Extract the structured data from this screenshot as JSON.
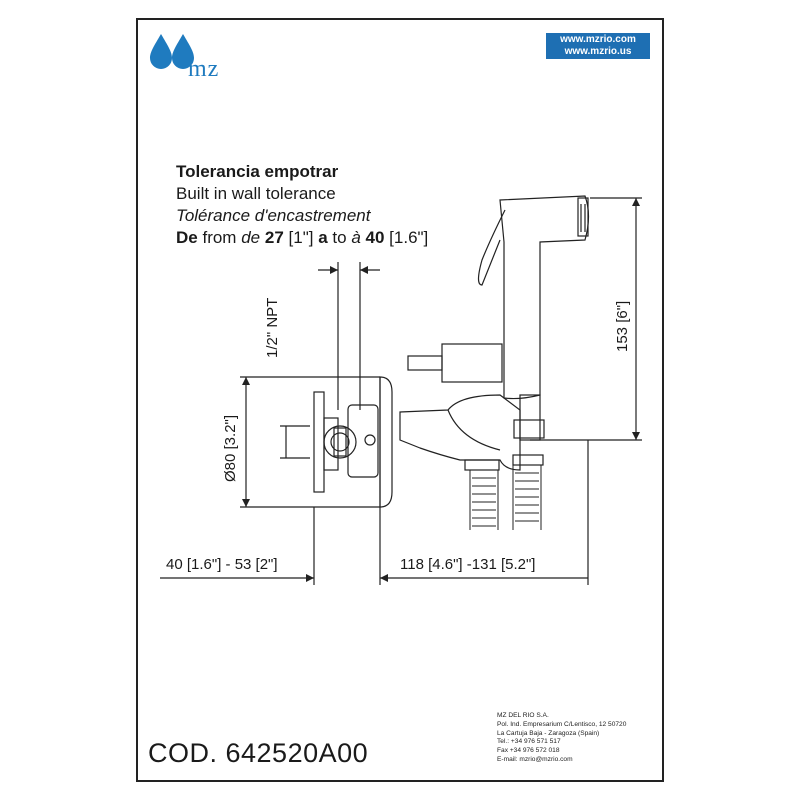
{
  "logo": {
    "text": "mz",
    "drop_color": "#1f7bbf",
    "icon": "water-drops-icon"
  },
  "web": {
    "line1": "www.mzrio.com",
    "line2": "www.mzrio.us",
    "bg_color": "#1e6fb3"
  },
  "heading": {
    "line1": "Tolerancia empotrar",
    "line2": "Built in wall tolerance",
    "line3": "Tolérance d'encastrement",
    "line4": {
      "w1": "De",
      "w2": "from",
      "w3": "de",
      "w4": "27",
      "w5": "[1\"]",
      "w6": "a",
      "w7": "to",
      "w8": "à",
      "w9": "40",
      "w10": "[1.6\"]"
    }
  },
  "dimensions": {
    "npt": "1/2\" NPT",
    "diameter": "Ø80 [3.2\"]",
    "height": "153 [6\"]",
    "left_depth": "40 [1.6\"] - 53 [2\"]",
    "right_depth": "118 [4.6\"] -131 [5.2\"]"
  },
  "code": "COD. 642520A00",
  "company": {
    "name": "MZ DEL RIO S.A.",
    "address1": "Pol. Ind. Empresarium C/Lentisco, 12  50720",
    "address2": "La Cartuja Baja - Zaragoza (Spain)",
    "tel": "Tel.: +34 976 571 517",
    "fax": "Fax +34 976 572 018",
    "email": "E-mail: mzrio@mzrio.com"
  }
}
